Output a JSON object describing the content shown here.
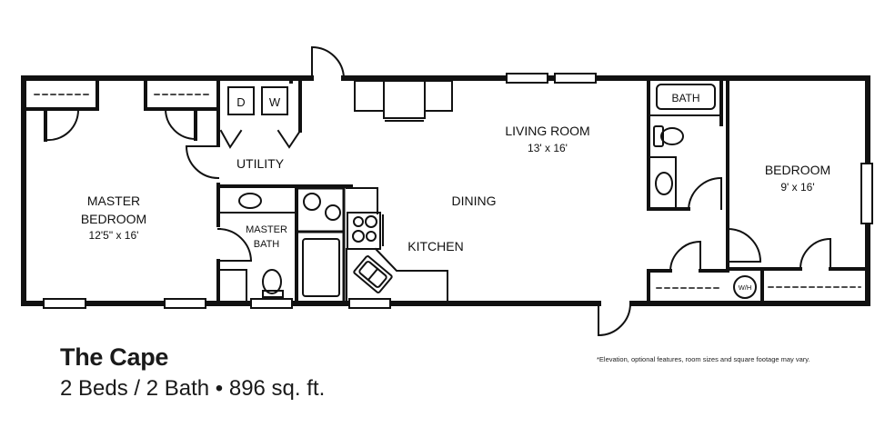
{
  "plan": {
    "title": "The Cape",
    "beds": "2 Beds",
    "baths": "2 Bath",
    "separator": "/",
    "bullet": "•",
    "area": "896 sq. ft.",
    "subtitle": "2 Beds / 2 Bath • 896 sq. ft.",
    "disclaimer": "*Elevation, optional features, room sizes and square footage may vary."
  },
  "rooms": {
    "master_bedroom": {
      "name_line1": "MASTER",
      "name_line2": "BEDROOM",
      "size": "12'5\" x 16'"
    },
    "utility": {
      "name": "UTILITY"
    },
    "master_bath": {
      "name_line1": "MASTER",
      "name_line2": "BATH"
    },
    "dining": {
      "name": "DINING"
    },
    "kitchen": {
      "name": "KITCHEN"
    },
    "living_room": {
      "name": "LIVING ROOM",
      "size": "13' x 16'"
    },
    "bath": {
      "name": "BATH"
    },
    "bedroom": {
      "name": "BEDROOM",
      "size": "9' x 16'"
    }
  },
  "fixtures": {
    "dryer": "D",
    "washer": "W",
    "water_heater": "W/H"
  },
  "colors": {
    "wall": "#111111",
    "background": "#ffffff"
  }
}
